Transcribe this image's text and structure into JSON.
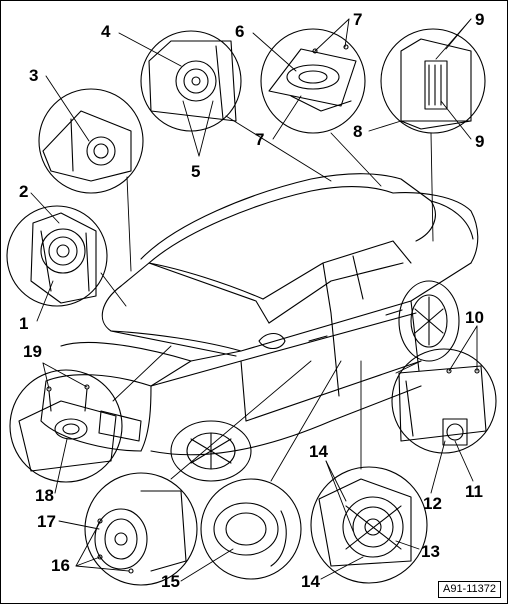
{
  "figure": {
    "reference_code": "A91-11372"
  },
  "callouts": [
    {
      "id": "c1",
      "label": "1"
    },
    {
      "id": "c2",
      "label": "2"
    },
    {
      "id": "c3",
      "label": "3"
    },
    {
      "id": "c4",
      "label": "4"
    },
    {
      "id": "c5",
      "label": "5"
    },
    {
      "id": "c6",
      "label": "6"
    },
    {
      "id": "c7a",
      "label": "7"
    },
    {
      "id": "c7b",
      "label": "7"
    },
    {
      "id": "c8",
      "label": "8"
    },
    {
      "id": "c9a",
      "label": "9"
    },
    {
      "id": "c9b",
      "label": "9"
    },
    {
      "id": "c10",
      "label": "10"
    },
    {
      "id": "c11",
      "label": "11"
    },
    {
      "id": "c12",
      "label": "12"
    },
    {
      "id": "c13",
      "label": "13"
    },
    {
      "id": "c14a",
      "label": "14"
    },
    {
      "id": "c14b",
      "label": "14"
    },
    {
      "id": "c15",
      "label": "15"
    },
    {
      "id": "c16",
      "label": "16"
    },
    {
      "id": "c17",
      "label": "17"
    },
    {
      "id": "c18",
      "label": "18"
    },
    {
      "id": "c19",
      "label": "19"
    }
  ]
}
